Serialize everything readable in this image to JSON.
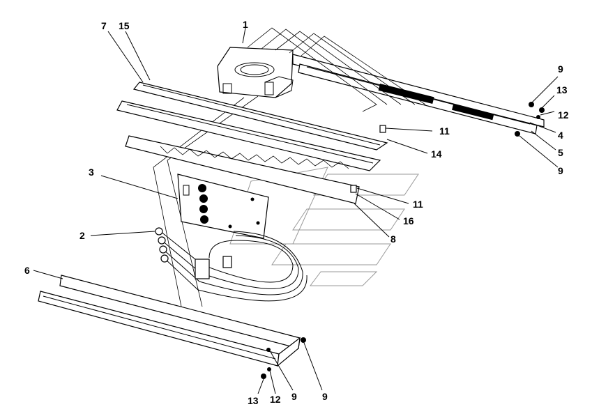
{
  "labels": {
    "l1": "1",
    "l7": "7",
    "l15": "15",
    "l9a": "9",
    "l13a": "13",
    "l12a": "12",
    "l4": "4",
    "l5": "5",
    "l9b": "9",
    "l11a": "11",
    "l14": "14",
    "l3": "3",
    "l11b": "11",
    "l16": "16",
    "l8": "8",
    "l2": "2",
    "l6": "6",
    "l9c": "9",
    "l9d": "9",
    "l13b": "13",
    "l12b": "12"
  }
}
